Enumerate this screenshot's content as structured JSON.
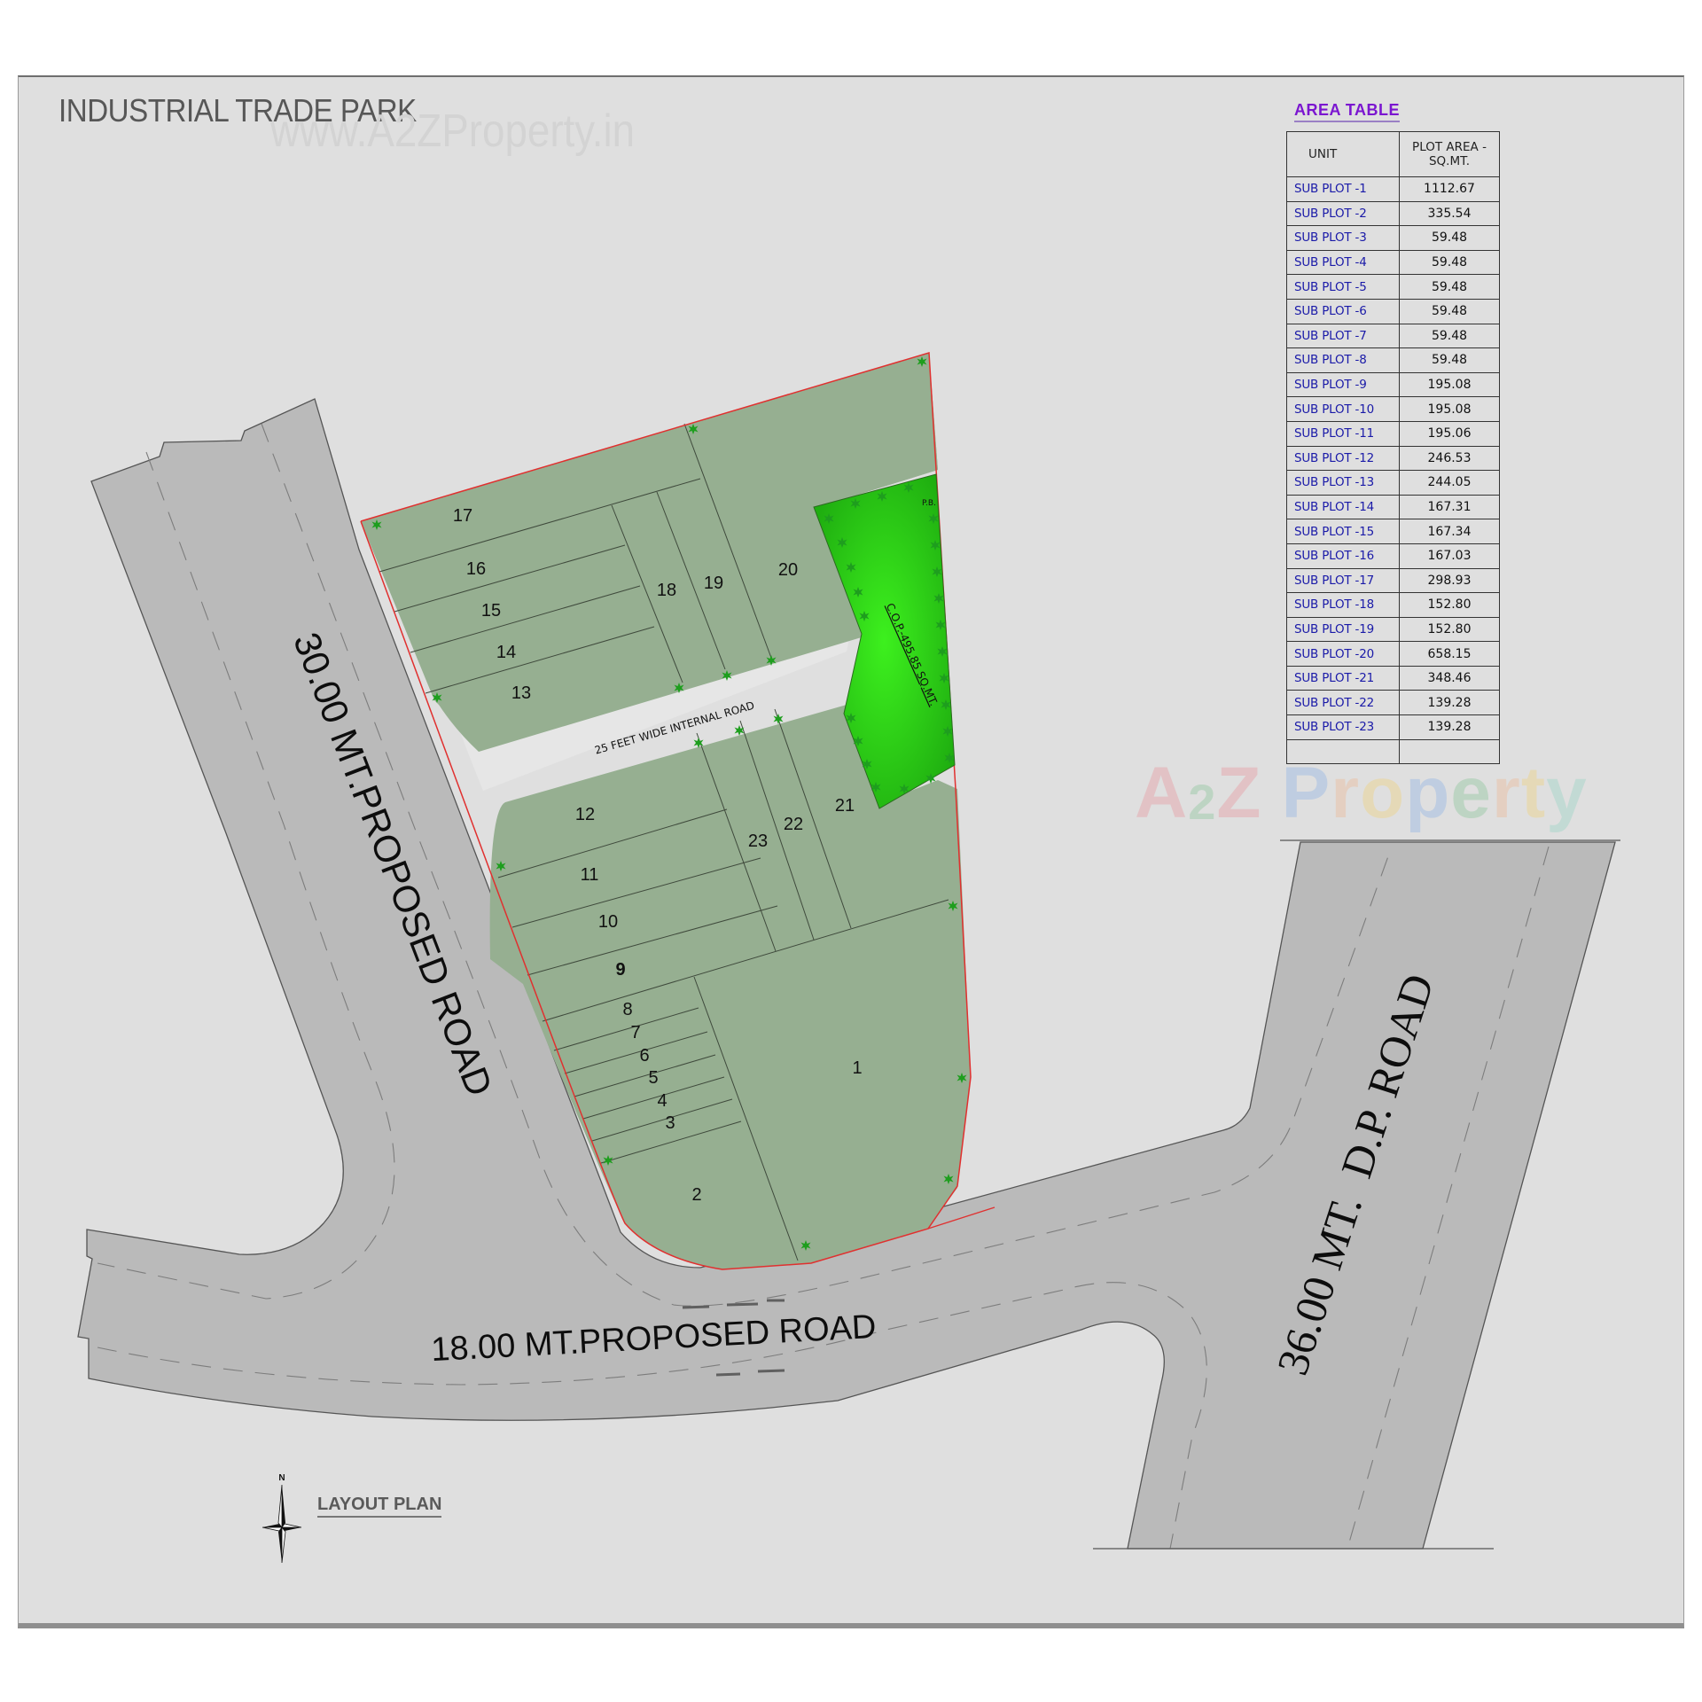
{
  "header": {
    "title": "INDUSTRIAL TRADE PARK",
    "watermark_url": "www.A2ZProperty.in"
  },
  "area_table": {
    "title": "AREA TABLE",
    "columns": [
      "UNIT",
      "PLOT AREA - SQ.MT."
    ],
    "rows": [
      {
        "unit": "SUB PLOT -1",
        "area": "1112.67"
      },
      {
        "unit": "SUB PLOT -2",
        "area": "335.54"
      },
      {
        "unit": "SUB PLOT -3",
        "area": "59.48"
      },
      {
        "unit": "SUB PLOT -4",
        "area": "59.48"
      },
      {
        "unit": "SUB PLOT -5",
        "area": "59.48"
      },
      {
        "unit": "SUB PLOT -6",
        "area": "59.48"
      },
      {
        "unit": "SUB PLOT -7",
        "area": "59.48"
      },
      {
        "unit": "SUB PLOT -8",
        "area": "59.48"
      },
      {
        "unit": "SUB PLOT -9",
        "area": "195.08"
      },
      {
        "unit": "SUB PLOT -10",
        "area": "195.08"
      },
      {
        "unit": "SUB PLOT -11",
        "area": "195.06"
      },
      {
        "unit": "SUB PLOT -12",
        "area": "246.53"
      },
      {
        "unit": "SUB PLOT -13",
        "area": "244.05"
      },
      {
        "unit": "SUB PLOT -14",
        "area": "167.31"
      },
      {
        "unit": "SUB PLOT -15",
        "area": "167.34"
      },
      {
        "unit": "SUB PLOT -16",
        "area": "167.03"
      },
      {
        "unit": "SUB PLOT -17",
        "area": "298.93"
      },
      {
        "unit": "SUB PLOT -18",
        "area": "152.80"
      },
      {
        "unit": "SUB PLOT -19",
        "area": "152.80"
      },
      {
        "unit": "SUB PLOT -20",
        "area": "658.15"
      },
      {
        "unit": "SUB PLOT -21",
        "area": "348.46"
      },
      {
        "unit": "SUB PLOT -22",
        "area": "139.28"
      },
      {
        "unit": "SUB PLOT -23",
        "area": "139.28"
      },
      {
        "unit": "",
        "area": ""
      }
    ]
  },
  "roads": {
    "west": "30.00 MT.PROPOSED ROAD",
    "south": "18.00 MT.PROPOSED ROAD",
    "east": "36.00 MT.  D.P. ROAD",
    "internal": "25 FEET WIDE  INTERNAL ROAD"
  },
  "open_space": {
    "label": "C.O.P.-495.85 SQ.MT.",
    "pb_label": "P.B."
  },
  "plots": {
    "p1": "1",
    "p2": "2",
    "p3": "3",
    "p4": "4",
    "p5": "5",
    "p6": "6",
    "p7": "7",
    "p8": "8",
    "p9": "9",
    "p10": "10",
    "p11": "11",
    "p12": "12",
    "p13": "13",
    "p14": "14",
    "p15": "15",
    "p16": "16",
    "p17": "17",
    "p18": "18",
    "p19": "19",
    "p20": "20",
    "p21": "21",
    "p22": "22",
    "p23": "23"
  },
  "footer": {
    "layout_label": "LAYOUT PLAN",
    "north_label": "N"
  },
  "watermark_logo": {
    "parts": [
      "A",
      "2",
      "Z",
      " ",
      "P",
      "r",
      "o",
      "p",
      "e",
      "r",
      "t",
      "y"
    ],
    "colors": [
      "#e88f96",
      "#7fc290",
      "#e88f96",
      "#ffffff",
      "#86aee6",
      "#f0b48a",
      "#f2d070",
      "#86aee6",
      "#7fc290",
      "#f0b48a",
      "#f2d070",
      "#8fd1c0"
    ]
  },
  "colors": {
    "background": "#dfdfdf",
    "road": "#bababa",
    "plot": "#96af91",
    "open_space": "#2ecb16",
    "boundary": "#e0302f",
    "table_unit_text": "#1a1aa8",
    "table_title": "#7b16d0"
  }
}
